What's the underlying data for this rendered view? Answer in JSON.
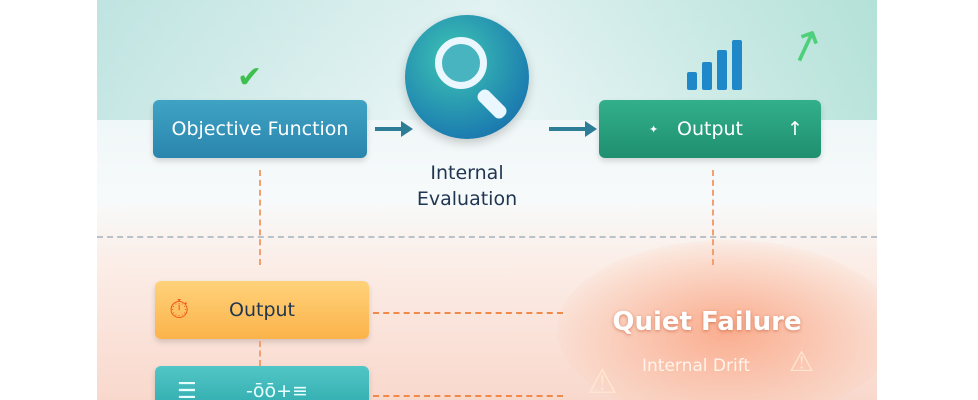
{
  "top_row": {
    "objective": "Objective Function",
    "evaluation_line1": "Internal",
    "evaluation_line2": "Evaluation",
    "output": "Output",
    "output_arrow": "↑"
  },
  "bottom_row": {
    "output": "Output",
    "fourth_box": "-ōō+≡"
  },
  "failure": {
    "title": "Quiet Failure",
    "subtitle": "Internal Drift",
    "warning": "⚠"
  },
  "icons": {
    "check": "✔",
    "sparkle": "✦",
    "timer": "⏱",
    "list": "☰"
  }
}
